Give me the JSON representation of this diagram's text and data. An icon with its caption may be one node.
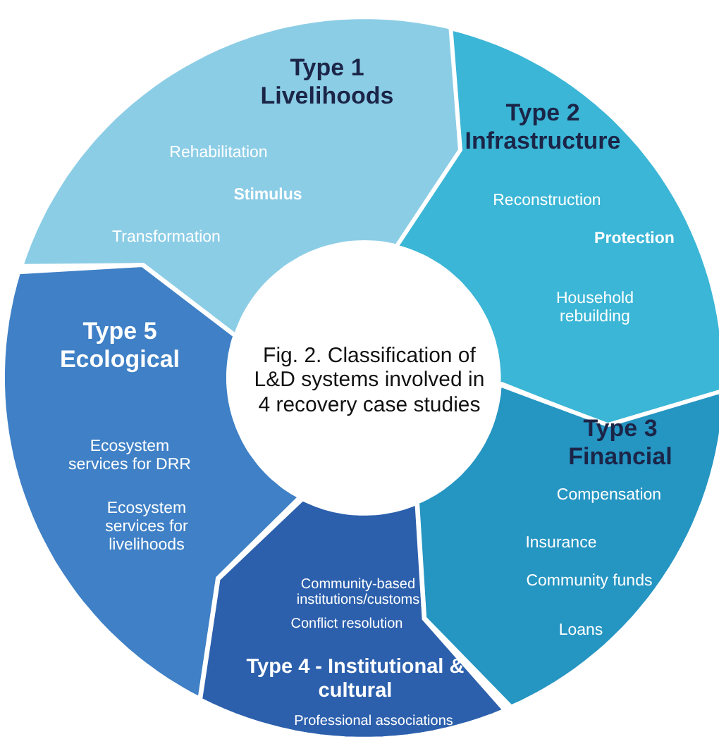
{
  "diagram": {
    "nodes": [
      {
        "text": [
          "Type 1 Livelihoods",
          "Rehabilitation",
          "Stimulus",
          "Transformation"
        ]
      },
      {
        "text": [
          "Type 2 Infrastructure",
          "Reconstruction",
          "Protection",
          "Household rebuilding"
        ]
      },
      {
        "text": [
          "Type 5 Ecological",
          "Ecosystem services for DRR",
          "Ecosystem services for livelihoods"
        ]
      },
      {
        "text": [
          "Fig. 2. Classification of L&D systems involved in 4 recovery case studies"
        ]
      },
      {
        "text": [
          "Type 3 Financial",
          "Compensation",
          "Insurance",
          "Community funds",
          "Loans"
        ]
      },
      {
        "text": [
          "Community-based institutions/customs",
          "Conflict resolution",
          "Type 4 - Institutional & cultural",
          "Professional associations"
        ]
      }
    ]
  }
}
